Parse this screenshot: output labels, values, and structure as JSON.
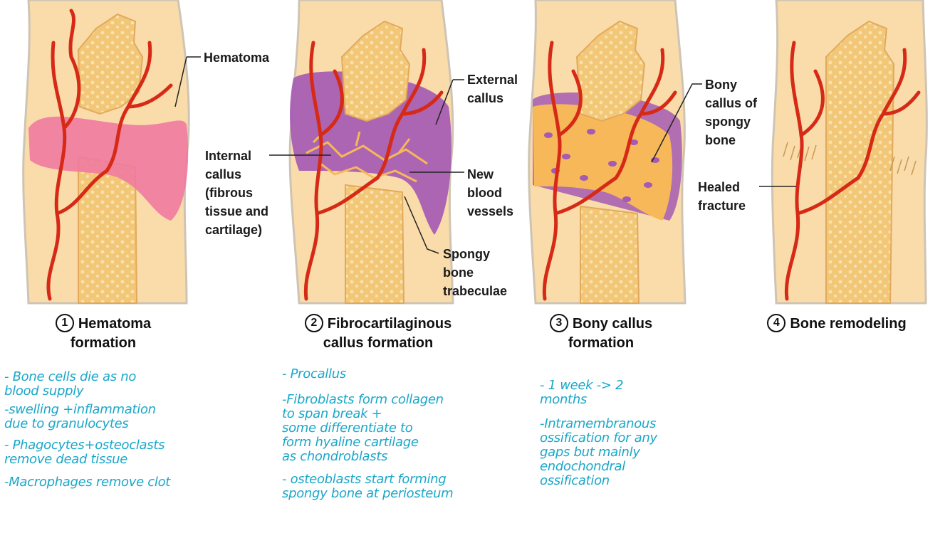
{
  "labels": {
    "hematoma": "Hematoma",
    "internal_callus": [
      "Internal",
      "callus",
      "(fibrous",
      "tissue and",
      "cartilage)"
    ],
    "external_callus": [
      "External",
      "callus"
    ],
    "new_blood_vessels": [
      "New",
      "blood",
      "vessels"
    ],
    "spongy_bone_trabeculae": [
      "Spongy",
      "bone",
      "trabeculae"
    ],
    "bony_callus": [
      "Bony",
      "callus of",
      "spongy",
      "bone"
    ],
    "healed_fracture": [
      "Healed",
      "fracture"
    ]
  },
  "stages": [
    {
      "number": "1",
      "title": [
        "Hematoma",
        "formation"
      ]
    },
    {
      "number": "2",
      "title": [
        "Fibrocartilaginous",
        "callus formation"
      ]
    },
    {
      "number": "3",
      "title": [
        "Bony callus",
        "formation"
      ]
    },
    {
      "number": "4",
      "title": [
        "Bone remodeling"
      ]
    }
  ],
  "notes": {
    "stage1": [
      "- Bone cells die as no",
      "  blood supply",
      "-swelling +inflammation",
      "  due to granulocytes",
      "- Phagocytes+osteoclasts",
      "  remove dead tissue",
      "-Macrophages remove clot"
    ],
    "stage2": [
      "- Procallus",
      "-Fibroblasts form collagen",
      "  to span break +",
      "  some differentiate to",
      "  form hyaline cartilage",
      "  as chondroblasts",
      "- osteoblasts start forming",
      "  spongy bone at periosteum"
    ],
    "stage3": [
      "- 1 week -> 2",
      "  months",
      "-Intramembranous",
      " ossification for any",
      " gaps but mainly",
      " endochondral",
      " ossification"
    ]
  },
  "colors": {
    "skin": "#f9dcaa",
    "bone": "#f2c878",
    "spongy": "#f7dfa4",
    "vessel": "#d62a17",
    "hematoma": "#f07aa0",
    "callus": "#a55ab3",
    "bony_callus": "#f7b85a",
    "ink": "#1aa7c9"
  }
}
